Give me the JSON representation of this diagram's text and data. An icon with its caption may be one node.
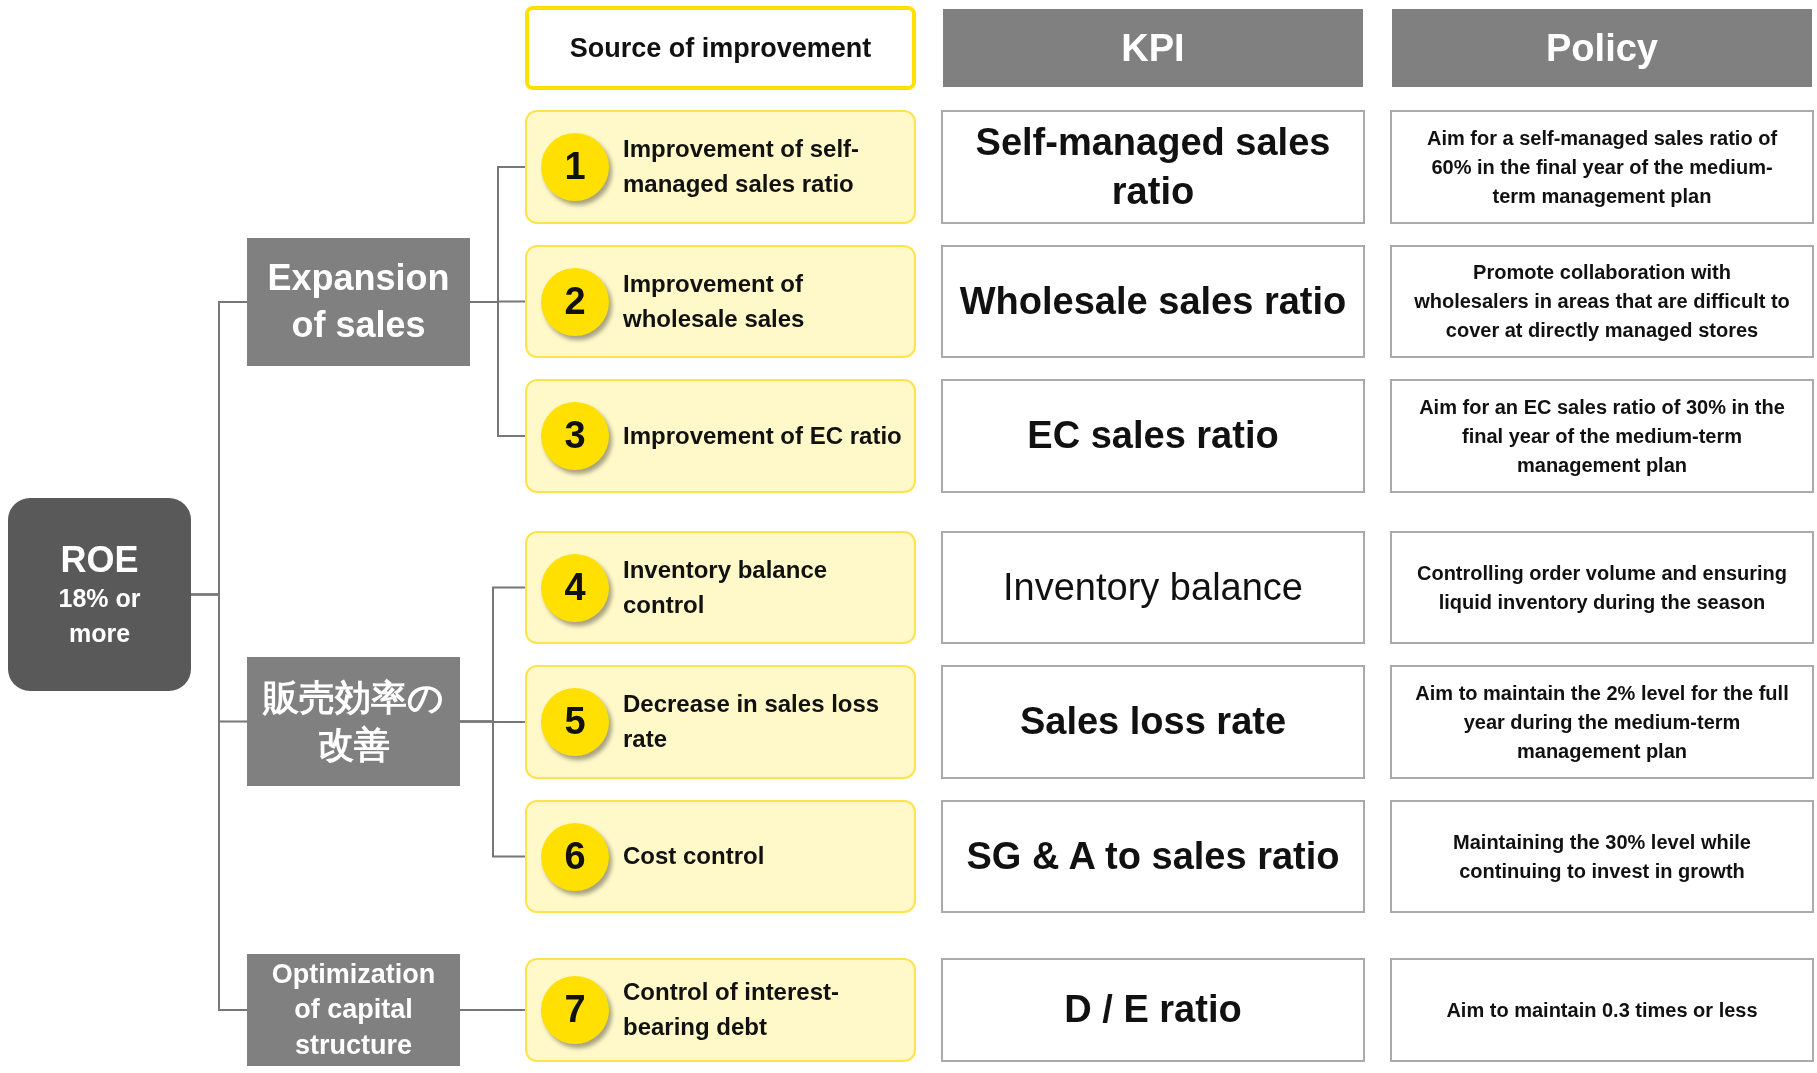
{
  "diagram": {
    "nodes": [
      {
        "text": [
          "ROE",
          "18% or more"
        ]
      },
      {
        "text": [
          "Source of improvement"
        ]
      },
      {
        "text": [
          "KPI"
        ]
      },
      {
        "text": [
          "Policy"
        ]
      },
      {
        "text": [
          "Expansion of sales"
        ]
      },
      {
        "text": [
          "Improvement of self-managed sales ratio"
        ]
      },
      {
        "text": [
          "1"
        ],
        "in": 5
      },
      {
        "text": [
          "Self-managed sales ratio"
        ]
      },
      {
        "text": [
          "Aim for a self-managed sales ratio of 60% in the final year of the medium-term management plan"
        ]
      },
      {
        "text": [
          "Improvement of wholesale sales"
        ]
      },
      {
        "text": [
          "2"
        ],
        "in": 9
      },
      {
        "text": [
          "Wholesale sales ratio"
        ]
      },
      {
        "text": [
          "Promote collaboration with wholesalers in areas that are difficult to cover at directly managed stores"
        ]
      },
      {
        "text": [
          "Improvement of EC ratio"
        ]
      },
      {
        "text": [
          "3"
        ],
        "in": 13
      },
      {
        "text": [
          "EC sales ratio"
        ]
      },
      {
        "text": [
          "Aim for an EC sales ratio of 30% in the final year of the medium-term management plan"
        ]
      },
      {
        "text": [
          "販売効率の改善"
        ]
      },
      {
        "text": [
          "Inventory balance control"
        ]
      },
      {
        "text": [
          "4"
        ],
        "in": 18
      },
      {
        "text": [
          "Inventory balance"
        ]
      },
      {
        "text": [
          "Controlling order volume and ensuring liquid inventory during the season"
        ]
      },
      {
        "text": [
          "Decrease in sales loss rate"
        ]
      },
      {
        "text": [
          "5"
        ],
        "in": 22
      },
      {
        "text": [
          "Sales loss rate"
        ]
      },
      {
        "text": [
          "Aim to maintain the 2% level for the full year during the medium-term management plan"
        ]
      },
      {
        "text": [
          "Cost control"
        ]
      },
      {
        "text": [
          "6"
        ],
        "in": 26
      },
      {
        "text": [
          "SG & A to sales ratio"
        ]
      },
      {
        "text": [
          "Maintaining the 30% level while continuing to invest in growth"
        ]
      },
      {
        "text": [
          "Optimization of capital structure"
        ]
      },
      {
        "text": [
          "Control of interest-bearing debt"
        ]
      },
      {
        "text": [
          "7"
        ],
        "in": 31
      },
      {
        "text": [
          "D / E ratio"
        ]
      },
      {
        "text": [
          "Aim to maintain 0.3 times or less"
        ]
      }
    ],
    "edges": [
      {
        "from": 0,
        "to": 4,
        "arrow": "none"
      },
      {
        "from": 0,
        "to": 17,
        "arrow": "none"
      },
      {
        "from": 0,
        "to": 30,
        "arrow": "none"
      },
      {
        "from": 4,
        "to": 5,
        "arrow": "none"
      },
      {
        "from": 4,
        "to": 9,
        "arrow": "none"
      },
      {
        "from": 4,
        "to": 13,
        "arrow": "none"
      },
      {
        "from": 17,
        "to": 18,
        "arrow": "none"
      },
      {
        "from": 17,
        "to": 22,
        "arrow": "none"
      },
      {
        "from": 17,
        "to": 26,
        "arrow": "none"
      },
      {
        "from": 30,
        "to": 31,
        "arrow": "none"
      }
    ]
  }
}
